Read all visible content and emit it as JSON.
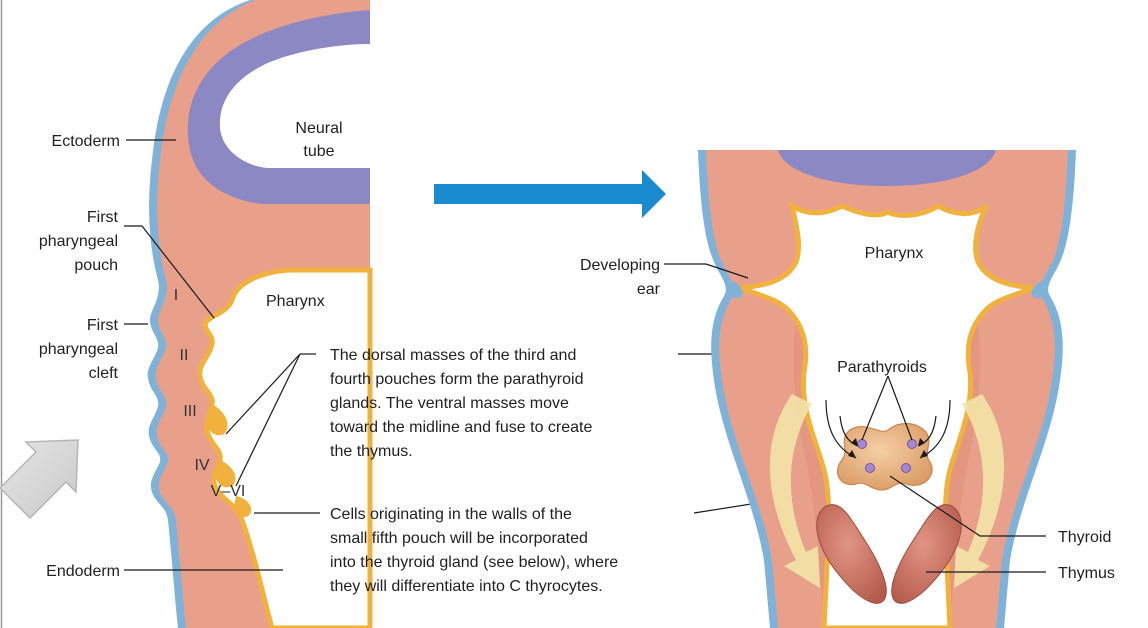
{
  "colors": {
    "ectoderm": "#7fb2d8",
    "mesoderm": "#e8a08b",
    "mesoderm_dark": "#d9846e",
    "endoderm": "#f0b23d",
    "neural_tube": "#8b88c3",
    "arrow_blue": "#1a8bcf",
    "arrow_gray": "#d7d7d7",
    "gland": "#e6b282",
    "parathyroid": "#a887d0",
    "thymus": "#c86a5a",
    "yellow_arrow": "#f3e3a6"
  },
  "left_panel": {
    "ectoderm": "Ectoderm",
    "neural_tube_line1": "Neural",
    "neural_tube_line2": "tube",
    "first_pouch_line1": "First",
    "first_pouch_line2": "pharyngeal",
    "first_pouch_line3": "pouch",
    "pharynx": "Pharynx",
    "first_cleft_line1": "First",
    "first_cleft_line2": "pharyngeal",
    "first_cleft_line3": "cleft",
    "endoderm": "Endoderm",
    "pouch_numbers": [
      "I",
      "II",
      "III",
      "IV",
      "V–VI"
    ]
  },
  "middle_text": {
    "dorsal_lines": [
      "The dorsal masses of the third and",
      "fourth pouches form the parathyroid",
      "glands. The ventral masses move",
      "toward the midline and fuse to create",
      "the thymus."
    ],
    "fifth_lines": [
      "Cells originating in the walls of the",
      "small fifth pouch will be incorporated",
      "into the thyroid gland (see below), where",
      "they will differentiate into C thyrocytes."
    ]
  },
  "right_panel": {
    "developing_ear_line1": "Developing",
    "developing_ear_line2": "ear",
    "pharynx": "Pharynx",
    "parathyroids": "Parathyroids",
    "thyroid": "Thyroid",
    "thymus": "Thymus"
  }
}
